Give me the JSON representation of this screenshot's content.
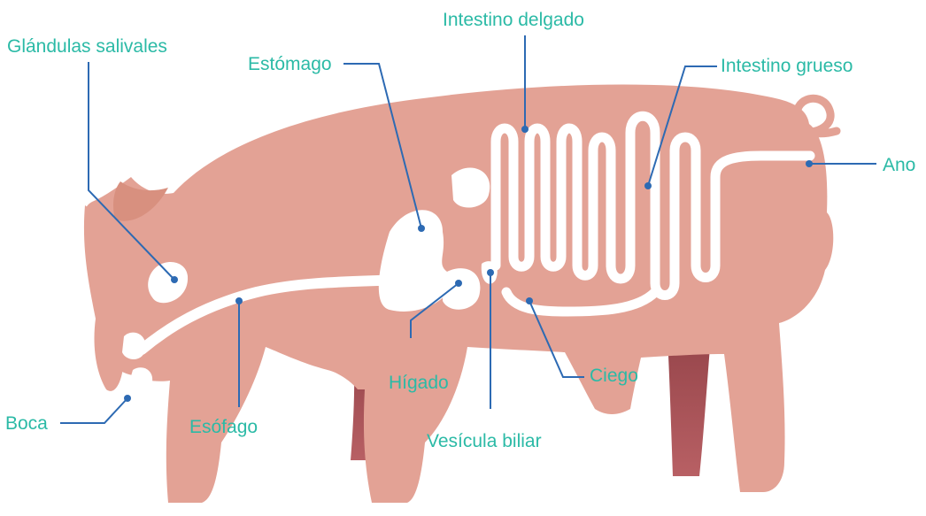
{
  "colors": {
    "body": "#e3a295",
    "body_dark": "#d8907f",
    "far_legs": "#b55c5f",
    "far_legs_dark": "#8f3f45",
    "organs": "#ffffff",
    "leader": "#2d6ab3",
    "label": "#2bbaa6"
  },
  "labels": {
    "boca": "Boca",
    "esofago": "Esófago",
    "glandulas": "Glándulas salivales",
    "estomago": "Estómago",
    "intestino_delgado": "Intestino delgado",
    "intestino_grueso": "Intestino grueso",
    "ano": "Ano",
    "higado": "Hígado",
    "vesicula": "Vesícula biliar",
    "ciego": "Ciego"
  }
}
